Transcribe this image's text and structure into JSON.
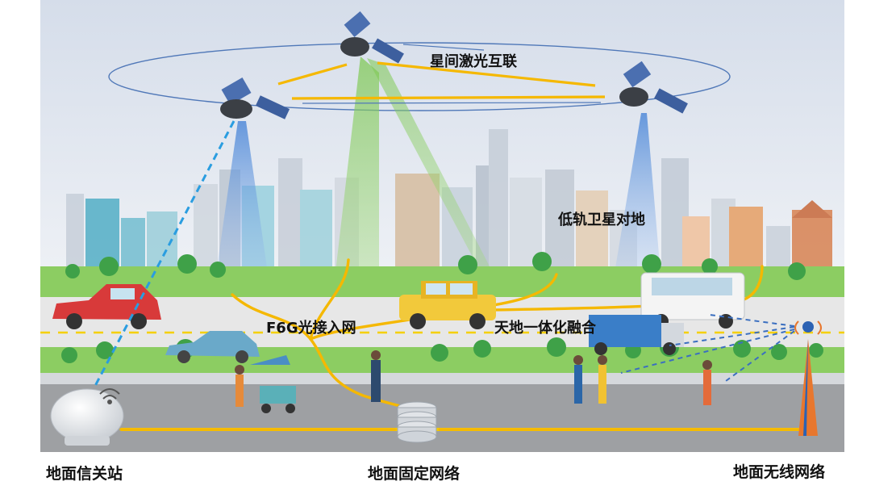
{
  "diagram": {
    "labels": {
      "laser_link": "星间激光互联",
      "leo_to_ground": "低轨卫星对地",
      "access_network": "F6G光接入网",
      "integration": "天地一体化融合",
      "gateway_station": "地面信关站",
      "fixed_network": "地面固定网络",
      "wireless_network": "地面无线网络"
    },
    "colors": {
      "sky": "#dfe6f0",
      "fiber": "#f5b800",
      "laser": "#f5b800",
      "beam_green": "#8cd066",
      "beam_blue": "#5b8fd8",
      "dashed_link": "#2a9de0",
      "road": "#9a9a9a",
      "grass": "#7dc35a"
    }
  }
}
